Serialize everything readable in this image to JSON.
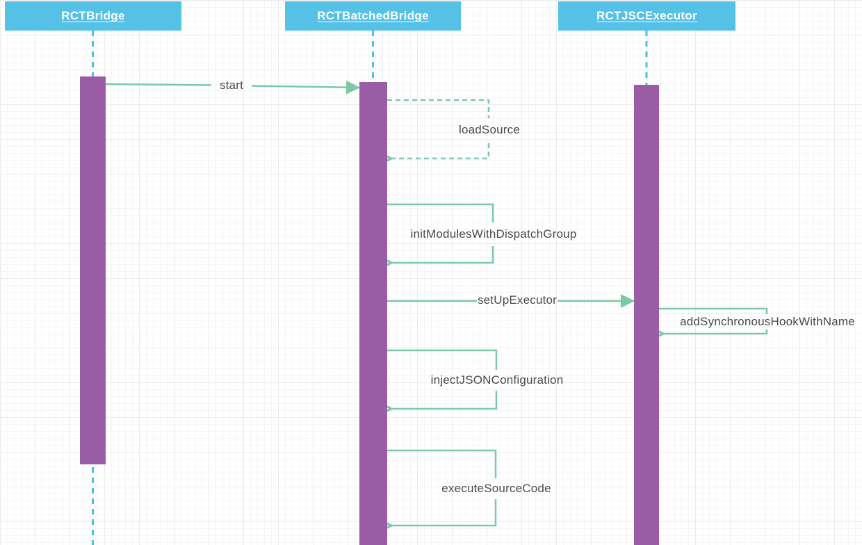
{
  "colors": {
    "participant_fill": "#55C1E6",
    "participant_text": "#FFFFFF",
    "lifeline": "#4FBEE3",
    "activation_fill": "#9A5CA4",
    "message_line": "#7CC9A5",
    "message_text": "#4A4A4A"
  },
  "participants": [
    {
      "name": "RCTBridge"
    },
    {
      "name": "RCTBatchedBridge"
    },
    {
      "name": "RCTJSCExecutor"
    }
  ],
  "messages": [
    {
      "label": "start",
      "from": "RCTBridge",
      "to": "RCTBatchedBridge",
      "kind": "call",
      "line": "solid"
    },
    {
      "label": "loadSource",
      "from": "RCTBatchedBridge",
      "to": "RCTBatchedBridge",
      "kind": "self-call",
      "line": "dashed"
    },
    {
      "label": "initModulesWithDispatchGroup",
      "from": "RCTBatchedBridge",
      "to": "RCTBatchedBridge",
      "kind": "self-call",
      "line": "solid"
    },
    {
      "label": "setUpExecutor",
      "from": "RCTBatchedBridge",
      "to": "RCTJSCExecutor",
      "kind": "call",
      "line": "solid"
    },
    {
      "label": "addSynchronousHookWithName",
      "from": "RCTJSCExecutor",
      "to": "RCTJSCExecutor",
      "kind": "self-call",
      "line": "solid"
    },
    {
      "label": "injectJSONConfiguration",
      "from": "RCTBatchedBridge",
      "to": "RCTBatchedBridge",
      "kind": "self-call",
      "line": "solid"
    },
    {
      "label": "executeSourceCode",
      "from": "RCTBatchedBridge",
      "to": "RCTBatchedBridge",
      "kind": "self-call",
      "line": "solid"
    }
  ]
}
